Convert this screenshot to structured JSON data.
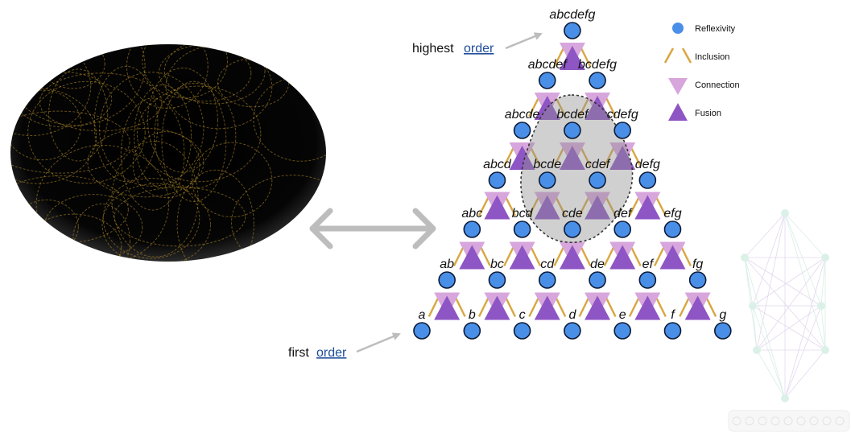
{
  "annotations": {
    "highest": {
      "prefix": "highest",
      "link": "order"
    },
    "first": {
      "prefix": "first",
      "link": "order"
    }
  },
  "legend": {
    "reflexivity": "Reflexivity",
    "inclusion": "Inclusion",
    "connection": "Connection",
    "fusion": "Fusion"
  },
  "colors": {
    "node": "#4a8fe7",
    "node_stroke": "#0b1a36",
    "inclusion": "#d9a640",
    "connection": "#d7a6dc",
    "fusion": "#8e55c4",
    "highlight": "#9a9a9a",
    "sphere": "#000000",
    "sphere_lines": "#b8902a",
    "arrow": "#bdbdbd"
  },
  "lattice_levels": [
    [
      "a",
      "b",
      "c",
      "d",
      "e",
      "f",
      "g"
    ],
    [
      "ab",
      "bc",
      "cd",
      "de",
      "ef",
      "fg"
    ],
    [
      "abc",
      "bcd",
      "cde",
      "def",
      "efg"
    ],
    [
      "abcd",
      "bcde",
      "cdef",
      "defg"
    ],
    [
      "abcde",
      "bcdef",
      "cdefg"
    ],
    [
      "abcdef",
      "bcdefg"
    ],
    [
      "abcdefg"
    ]
  ]
}
